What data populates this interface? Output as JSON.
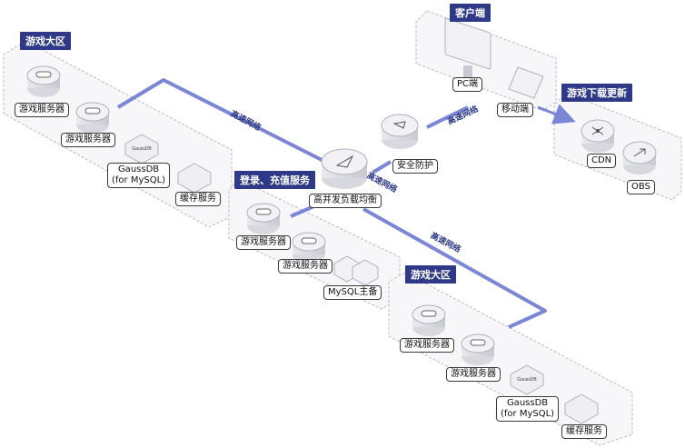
{
  "groups": {
    "game_zone_1": "游戏大区",
    "client": "客户端",
    "game_download": "游戏下载更新",
    "login_service": "登录、充值服务",
    "game_zone_2": "游戏大区"
  },
  "nodes": {
    "zone1_server_a": "游戏服务器",
    "zone1_server_b": "游戏服务器",
    "zone1_gaussdb": "GaussDB\n(for MySQL)",
    "zone1_cache": "缓存服务",
    "pc": "PC端",
    "mobile": "移动端",
    "security": "安全防护",
    "load_balancer": "高并发负载均衡",
    "cdn": "CDN",
    "obs": "OBS",
    "login_server_a": "游戏服务器",
    "login_server_b": "游戏服务器",
    "mysql": "MySQL主备",
    "zone2_server_a": "游戏服务器",
    "zone2_server_b": "游戏服务器",
    "zone2_gaussdb": "GaussDB\n(for MySQL)",
    "zone2_cache": "缓存服务"
  },
  "links": {
    "zone1_link": "高速网络",
    "client_link": "高速网络",
    "lb_link": "高速网络",
    "zone2_link": "高速网络"
  },
  "icons": {
    "server": "server-icon",
    "gaussdb": "gaussdb-icon",
    "cache": "cache-icon",
    "monitor": "monitor-icon",
    "tablet": "tablet-icon",
    "shield": "shield-icon",
    "load_balancer": "load-balancer-icon",
    "cdn": "cdn-icon",
    "obs": "obs-icon",
    "mysql": "mysql-icon"
  },
  "colors": {
    "accent": "#2e3a87",
    "link": "#7b86d6",
    "platform_stroke": "#b9b9c9",
    "platform_fill": "#f7f7fa"
  }
}
